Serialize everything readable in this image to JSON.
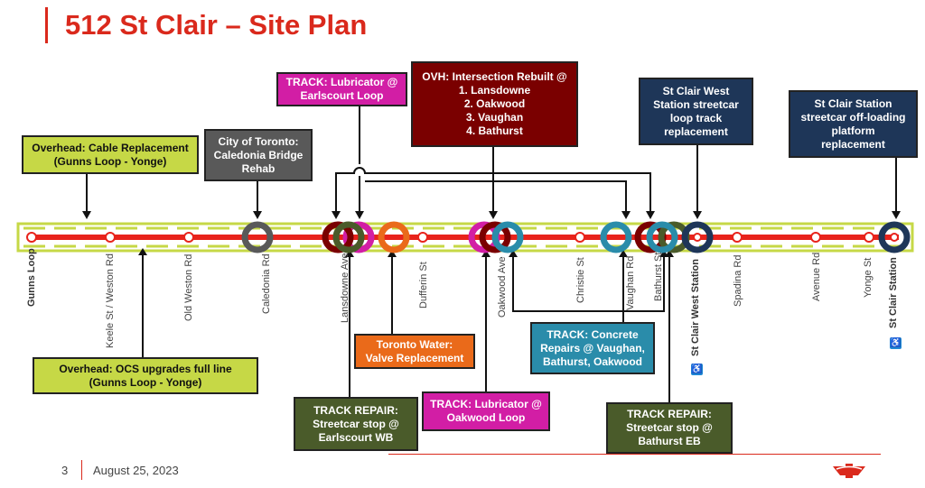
{
  "title": "512 St Clair – Site Plan",
  "footer": {
    "page": "3",
    "date": "August 25, 2023"
  },
  "stops": [
    {
      "label": "Gunns Loop",
      "bold": true
    },
    {
      "label": "Keele St / Weston Rd",
      "bold": false
    },
    {
      "label": "Old Weston Rd",
      "bold": false
    },
    {
      "label": "Caledonia Rd",
      "bold": false
    },
    {
      "label": "Lansdowne Ave",
      "bold": false
    },
    {
      "label": "Dufferin St",
      "bold": false
    },
    {
      "label": "Oakwood Ave",
      "bold": false
    },
    {
      "label": "Christie St",
      "bold": false
    },
    {
      "label": "Vaughan Rd",
      "bold": false
    },
    {
      "label": "Bathurst St",
      "bold": false
    },
    {
      "label": "St Clair West Station",
      "bold": true
    },
    {
      "label": "Spadina Rd",
      "bold": false
    },
    {
      "label": "Avenue Rd",
      "bold": false
    },
    {
      "label": "Yonge St",
      "bold": false
    },
    {
      "label": "St Clair Station",
      "bold": true
    }
  ],
  "boxes": {
    "overhead_cable": [
      "Overhead: Cable Replacement",
      "(Gunns Loop - Yonge)"
    ],
    "caledonia": [
      "City of Toronto:",
      "Caledonia Bridge",
      "Rehab"
    ],
    "lub_earlscourt": [
      "TRACK: Lubricator @",
      "Earlscourt Loop"
    ],
    "ovh_intersection": [
      "OVH: Intersection Rebuilt @",
      "1. Lansdowne",
      "2. Oakwood",
      "3. Vaughan",
      "4. Bathurst"
    ],
    "stclair_west": [
      "St Clair West",
      "Station streetcar",
      "loop track",
      "replacement"
    ],
    "stclair_station": [
      "St Clair Station",
      "streetcar off-loading",
      "platform",
      "replacement"
    ],
    "ocs_upgrades": [
      "Overhead: OCS upgrades full line",
      "(Gunns Loop - Yonge)"
    ],
    "toronto_water": [
      "Toronto Water:",
      "Valve Replacement"
    ],
    "concrete": [
      "TRACK: Concrete",
      "Repairs @ Vaughan,",
      "Bathurst, Oakwood"
    ],
    "repair_earlscourt": [
      "TRACK REPAIR:",
      "Streetcar stop @",
      "Earlscourt WB"
    ],
    "lub_oakwood": [
      "TRACK: Lubricator @",
      "Oakwood Loop"
    ],
    "repair_bathurst": [
      "TRACK REPAIR:",
      "Streetcar stop @",
      "Bathurst EB"
    ]
  },
  "colors": {
    "accent": "#da291c",
    "yellow_box": "#c6d846",
    "magenta": "#d21ea5",
    "maroon": "#7a0000",
    "navy": "#1e3658",
    "orange": "#ea6a1a",
    "teal": "#2a8caa",
    "olive": "#4a5b2a",
    "grey": "#595959"
  },
  "icons": [
    "accessible-icon",
    "ttc-logo-icon"
  ]
}
